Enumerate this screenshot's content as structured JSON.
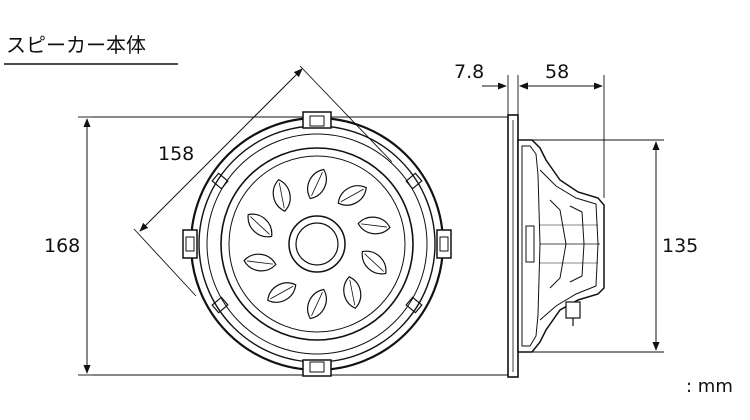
{
  "title": "スピーカー本体",
  "unit_label": ": mm",
  "dimensions": {
    "diagonal": "158",
    "height": "168",
    "flange_thickness": "7.8",
    "depth": "58",
    "magnet_height": "135"
  }
}
